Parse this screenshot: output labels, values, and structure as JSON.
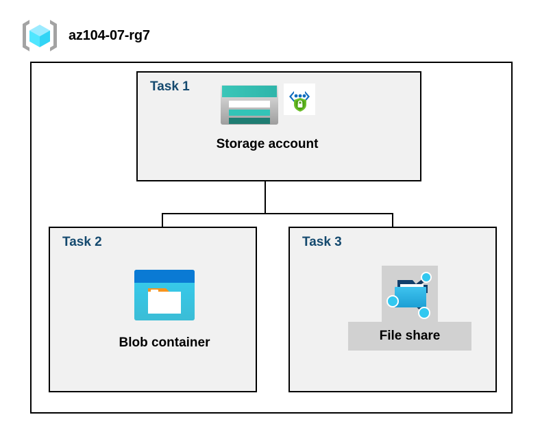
{
  "diagram": {
    "type": "azure-architecture",
    "resource_group": {
      "name": "az104-07-rg7",
      "icon": "resource-group-icon"
    },
    "tasks": [
      {
        "id": "task-1",
        "label": "Task 1",
        "node": {
          "caption": "Storage account",
          "icons": [
            "storage-account-icon",
            "secure-endpoint-shield-icon"
          ]
        }
      },
      {
        "id": "task-2",
        "label": "Task 2",
        "node": {
          "caption": "Blob container",
          "icons": [
            "blob-container-icon"
          ]
        }
      },
      {
        "id": "task-3",
        "label": "Task 3",
        "node": {
          "caption": "File share",
          "icons": [
            "file-share-icon"
          ],
          "highlighted": true
        }
      }
    ],
    "connections": [
      {
        "from": "Storage account",
        "to": "Blob container"
      },
      {
        "from": "Storage account",
        "to": "File share"
      }
    ],
    "colors": {
      "task_label": "#14496e",
      "task_box_background": "#f1f1f1",
      "boundary_stroke": "#000000",
      "canvas_background": "#ffffff",
      "storage_teal": "#32bfb3",
      "storage_teal_dark": "#1f7a70",
      "blob_blue": "#0078d4",
      "blob_cyan": "#32c8ee",
      "blob_orange": "#f7941e",
      "file_share_blue": "#32b5e5",
      "shield_green": "#5bb327",
      "bracket_blue": "#0078d4",
      "rg_cube_cyan": "#50e6ff",
      "rg_bracket_gray": "#a0a0a0",
      "highlight_gray": "#d1d1d1"
    }
  }
}
